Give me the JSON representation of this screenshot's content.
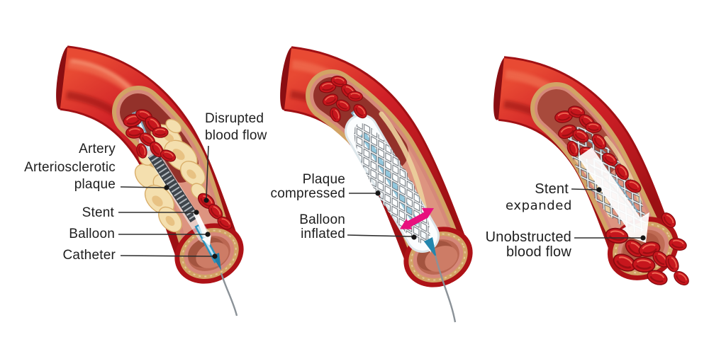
{
  "figure": {
    "type": "medical-diagram",
    "subject": "Balloon angioplasty with stent placement shown in three stages"
  },
  "colors": {
    "bg": "#ffffff",
    "label-ink": "#1e1e1e",
    "leader": "#2e2e2e",
    "artery-red": "#cf2027",
    "artery-dark": "#a01014",
    "wall-tan": "#d2a365",
    "wall-pink": "#d6887a",
    "lumen-pink": "#dd9480",
    "pool-maroon": "#93312a",
    "plaque-cream": "#f4dfae",
    "plaque-gold": "#e6bd7c",
    "rbc-red": "#c7161d",
    "catheter-blue": "#2e93bd",
    "stent-gray": "#3f454c",
    "mesh-light": "#f3f5f6",
    "magenta": "#e8117e"
  },
  "panels": [
    {
      "id": "stage-1",
      "labels": {
        "artery": "Artery",
        "plaque_line1": "Arteriosclerotic",
        "plaque_line2": "plaque",
        "stent": "Stent",
        "balloon": "Balloon",
        "catheter": "Catheter",
        "flow_line1": "Disrupted",
        "flow_line2": "blood flow"
      }
    },
    {
      "id": "stage-2",
      "labels": {
        "plaque_line1": "Plaque",
        "plaque_line2": "compressed",
        "balloon_line1": "Balloon",
        "balloon_line2": "inflated"
      }
    },
    {
      "id": "stage-3",
      "labels": {
        "stent_line1": "Stent",
        "stent_line2": "expanded",
        "flow_line1": "Unobstructed",
        "flow_line2": "blood flow"
      }
    }
  ]
}
